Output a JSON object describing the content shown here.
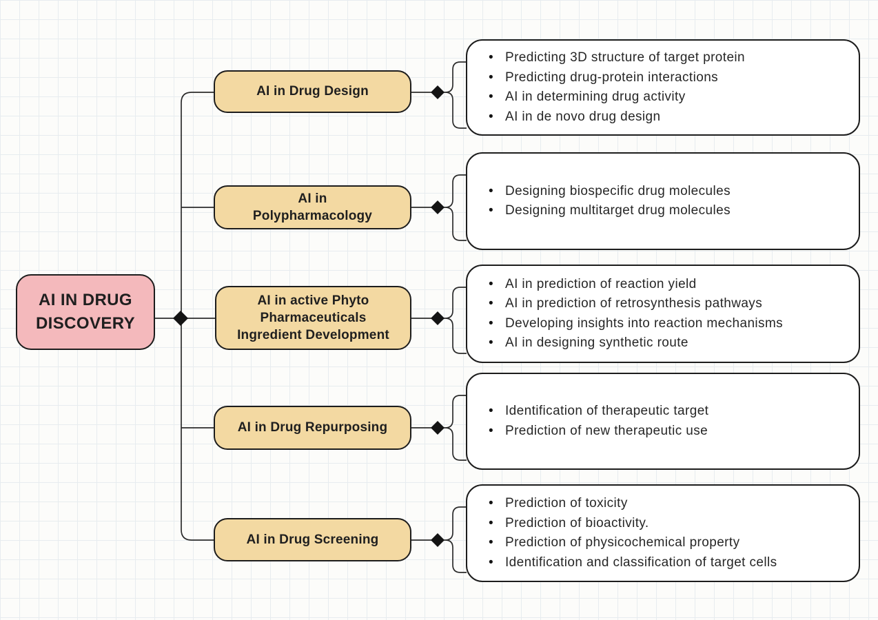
{
  "root": {
    "label": "AI IN DRUG\nDISCOVERY"
  },
  "branches": [
    {
      "label": "AI in Drug Design",
      "items": [
        "Predicting 3D structure of target protein",
        "Predicting drug-protein interactions",
        "AI in determining drug activity",
        "AI in de novo drug design"
      ]
    },
    {
      "label": "AI in\nPolypharmacology",
      "items": [
        "Designing biospecific drug molecules",
        "Designing multitarget drug molecules"
      ]
    },
    {
      "label": "AI in active Phyto\nPharmaceuticals\nIngredient Development",
      "items": [
        "AI in prediction of reaction yield",
        "AI in prediction of retrosynthesis pathways",
        "Developing insights into reaction mechanisms",
        "AI in designing synthetic route"
      ]
    },
    {
      "label": "AI in Drug Repurposing",
      "items": [
        "Identification of therapeutic target",
        "Prediction of new therapeutic use"
      ]
    },
    {
      "label": "AI in Drug Screening",
      "items": [
        "Prediction of toxicity",
        "Prediction of bioactivity.",
        "Prediction of physicochemical property",
        "Identification and classification of target cells"
      ]
    }
  ],
  "colors": {
    "root_fill": "#f4b9bc",
    "branch_fill": "#f3d9a2",
    "detail_fill": "#ffffff",
    "outline": "#1c1c1c",
    "connector": "#2b2b2b",
    "grid": "#e7ecef",
    "background": "#fcfcfa"
  }
}
